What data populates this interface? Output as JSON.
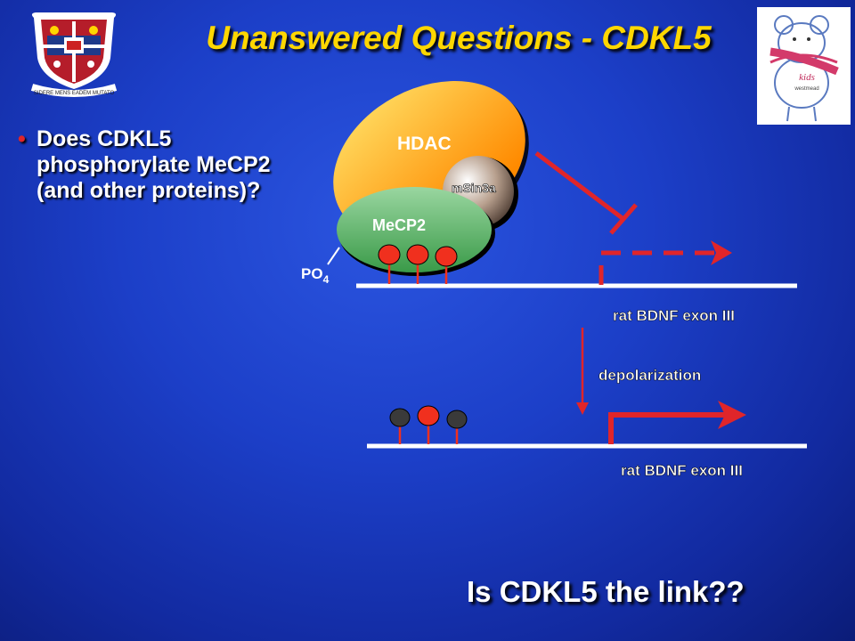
{
  "slide": {
    "title": "Unanswered Questions - CDKL5",
    "bullets": [
      "Does CDKL5 phosphorylate MeCP2 (and other proteins)?"
    ],
    "closing_question": "Is CDKL5 the link??"
  },
  "diagram": {
    "proteins": {
      "hdac": "HDAC",
      "msin3a": "mSin3a",
      "mecp2": "MeCP2"
    },
    "phosphate": {
      "base": "PO",
      "subscript": "4"
    },
    "gene_label_top": "rat BDNF exon III",
    "gene_label_bottom": "rat BDNF exon III",
    "transition": "depolarization"
  },
  "logos": {
    "left_crest_motto": "SIDERE MENS EADEM MUTATO",
    "right_logo_text": [
      "kids",
      "westmead"
    ]
  },
  "colors": {
    "title": "#ffd700",
    "bullet_marker": "#e0252a",
    "arrow_red": "#e0252a",
    "dna_line": "#ffffff",
    "hdac_fill": "#ff9d1a",
    "mecp2_fill": "#55b85e",
    "msin3a_fill": "#a08a7a",
    "methyl_red": "#f0301e",
    "methyl_dark": "#3a3a3a"
  }
}
